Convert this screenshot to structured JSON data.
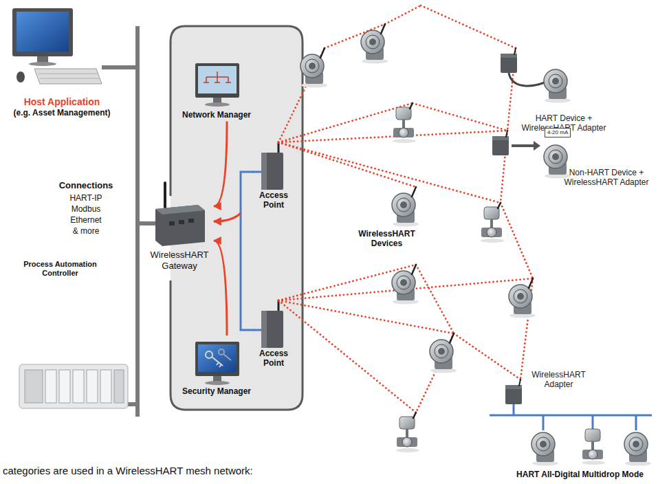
{
  "diagram": {
    "nodes": [
      {
        "text": [
          "Host Application",
          "(e.g. Asset Management)"
        ]
      },
      {
        "text": [
          "Network Manager"
        ]
      },
      {
        "text": [
          "HART Device + WirelessHART Adapter"
        ]
      },
      {
        "text": [
          "Access Point"
        ]
      },
      {
        "text": [
          "4-20 mA"
        ]
      },
      {
        "text": [
          "Non-HART Device + WirelessHART Adapter"
        ]
      },
      {
        "text": [
          "WirelessHART Gateway"
        ]
      },
      {
        "text": [
          "WirelessHART Devices"
        ]
      },
      {
        "text": [
          "Process Automation Controller"
        ]
      },
      {
        "text": [
          "Access Point"
        ]
      },
      {
        "text": [
          "Security Manager"
        ]
      },
      {
        "text": [
          "WirelessHART Adapter"
        ]
      },
      {
        "text": [
          "HART All-Digital Multidrop Mode"
        ]
      }
    ],
    "edges": [
      {
        "from": 1,
        "to": 6,
        "arrow": "to"
      },
      {
        "from": 3,
        "to": 6,
        "arrow": "to"
      },
      {
        "from": 9,
        "to": 6,
        "arrow": "to"
      },
      {
        "from": 10,
        "to": 6,
        "arrow": "to"
      }
    ],
    "labels": [
      "Connections",
      "HART-IP",
      "Modbus",
      "Ethernet",
      "& more",
      "categories are used in a WirelessHART mesh network:"
    ]
  }
}
